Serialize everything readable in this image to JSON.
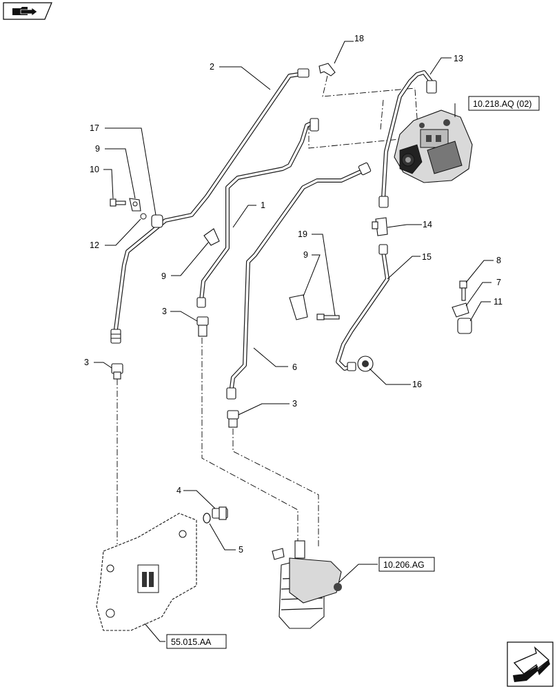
{
  "callouts": {
    "c1": "1",
    "c2": "2",
    "c3a": "3",
    "c3b": "3",
    "c3c": "3",
    "c4": "4",
    "c5": "5",
    "c6": "6",
    "c7": "7",
    "c8": "8",
    "c9a": "9",
    "c9b": "9",
    "c9c": "9",
    "c10": "10",
    "c11": "11",
    "c12": "12",
    "c13": "13",
    "c14": "14",
    "c15": "15",
    "c16": "16",
    "c17": "17",
    "c18": "18",
    "c19": "19"
  },
  "references": {
    "injection_pump": "10.218.AQ (02)",
    "fuel_filter": "10.206.AG",
    "engine_block": "55.015.AA"
  },
  "icons": {
    "top_left": "folder-arrow-icon",
    "bottom_right": "next-page-arrow-icon"
  }
}
